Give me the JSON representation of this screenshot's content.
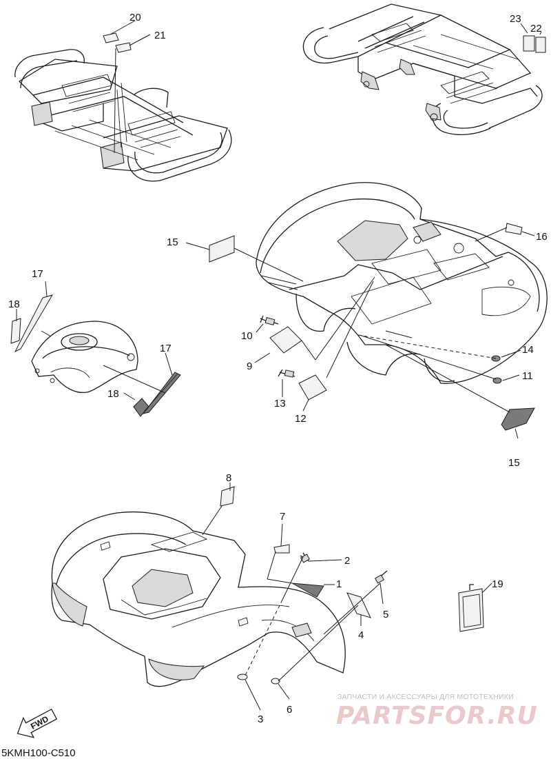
{
  "callouts": [
    {
      "id": "c20",
      "text": "20"
    },
    {
      "id": "c21",
      "text": "21"
    },
    {
      "id": "c23",
      "text": "23"
    },
    {
      "id": "c22",
      "text": "22"
    },
    {
      "id": "c15a",
      "text": "15"
    },
    {
      "id": "c16",
      "text": "16"
    },
    {
      "id": "c17a",
      "text": "17"
    },
    {
      "id": "c18a",
      "text": "18"
    },
    {
      "id": "c17b",
      "text": "17"
    },
    {
      "id": "c18b",
      "text": "18"
    },
    {
      "id": "c10",
      "text": "10"
    },
    {
      "id": "c9",
      "text": "9"
    },
    {
      "id": "c14",
      "text": "14"
    },
    {
      "id": "c11",
      "text": "11"
    },
    {
      "id": "c13",
      "text": "13"
    },
    {
      "id": "c12",
      "text": "12"
    },
    {
      "id": "c15b",
      "text": "15"
    },
    {
      "id": "c8",
      "text": "8"
    },
    {
      "id": "c7",
      "text": "7"
    },
    {
      "id": "c2",
      "text": "2"
    },
    {
      "id": "c1",
      "text": "1"
    },
    {
      "id": "c19",
      "text": "19"
    },
    {
      "id": "c5",
      "text": "5"
    },
    {
      "id": "c4",
      "text": "4"
    },
    {
      "id": "c3",
      "text": "3"
    },
    {
      "id": "c6",
      "text": "6"
    }
  ],
  "fwd_label": "FWD",
  "diagram_code": "5KMH100-C510",
  "watermark": {
    "caption": "ЗАПЧАСТИ И АКСЕССУАРЫ ДЛЯ МОТОТЕХНИКИ",
    "logo": "PARTSFOR.RU"
  }
}
